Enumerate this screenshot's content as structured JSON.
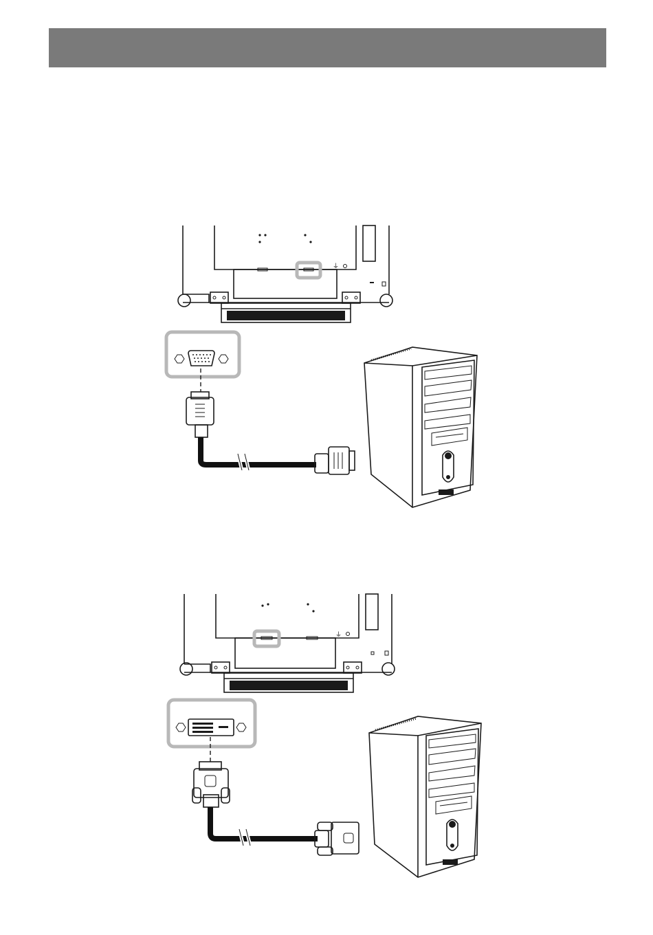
{
  "header": {
    "bar_color": "#7a7a7a"
  },
  "diagrams": [
    {
      "port": "vga-port",
      "cable": "vga-cable"
    },
    {
      "port": "dvi-port",
      "cable": "dvi-cable"
    }
  ],
  "colors": {
    "highlight": "#b8b8b8",
    "line": "#1a1a1a"
  }
}
